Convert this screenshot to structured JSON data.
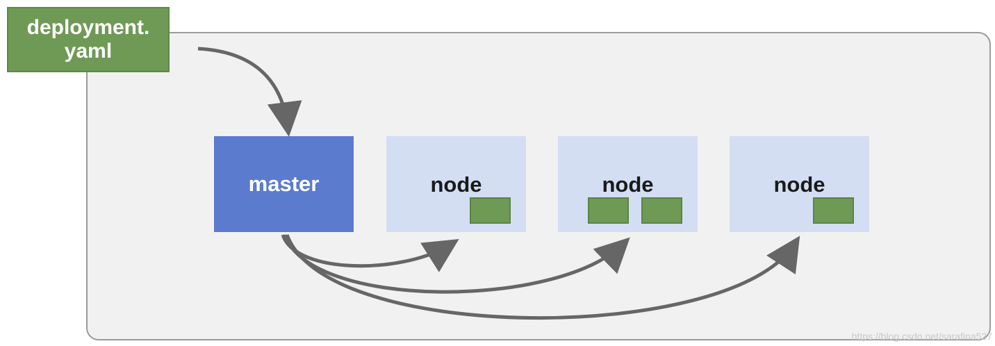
{
  "file": {
    "line1": "deployment.",
    "line2": "yaml"
  },
  "master": {
    "label": "master"
  },
  "nodes": [
    {
      "label": "node",
      "pods": 1
    },
    {
      "label": "node",
      "pods": 2
    },
    {
      "label": "node",
      "pods": 1
    }
  ],
  "watermark": "https://blog.csdn.net/sarafina527",
  "colors": {
    "file_bg": "#6f9a55",
    "master_bg": "#5b7bce",
    "node_bg": "#d3def3",
    "pod_bg": "#6f9a55",
    "cluster_bg": "#f1f1f1",
    "arrow": "#666666"
  }
}
